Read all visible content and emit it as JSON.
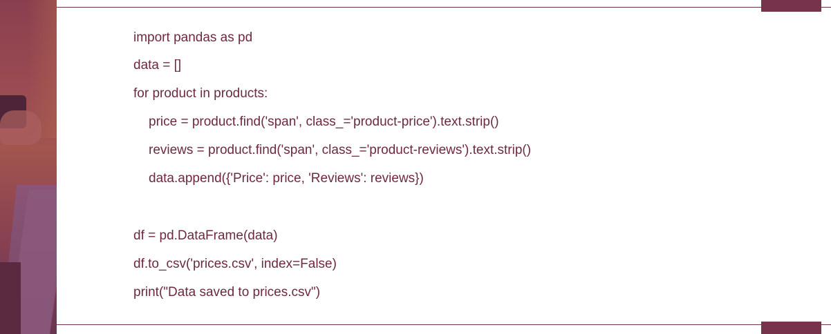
{
  "slide": {
    "accent_color": "#76334b",
    "text_color": "#6e2840",
    "photo": {
      "description": "woman holding smartphone and shopping bags, magenta tint"
    },
    "code_lines": [
      {
        "text": "import pandas as pd",
        "indent": 0
      },
      {
        "text": "data = []",
        "indent": 0
      },
      {
        "text": "for product in products:",
        "indent": 0
      },
      {
        "text": "price = product.find('span', class_='product-price').text.strip()",
        "indent": 1
      },
      {
        "text": "reviews = product.find('span', class_='product-reviews').text.strip()",
        "indent": 1
      },
      {
        "text": "data.append({'Price': price, 'Reviews': reviews})",
        "indent": 1
      },
      {
        "text": "df = pd.DataFrame(data)",
        "indent": 0
      },
      {
        "text": "df.to_csv('prices.csv', index=False)",
        "indent": 0
      },
      {
        "text": "print(\"Data saved to prices.csv\")",
        "indent": 0
      }
    ]
  }
}
